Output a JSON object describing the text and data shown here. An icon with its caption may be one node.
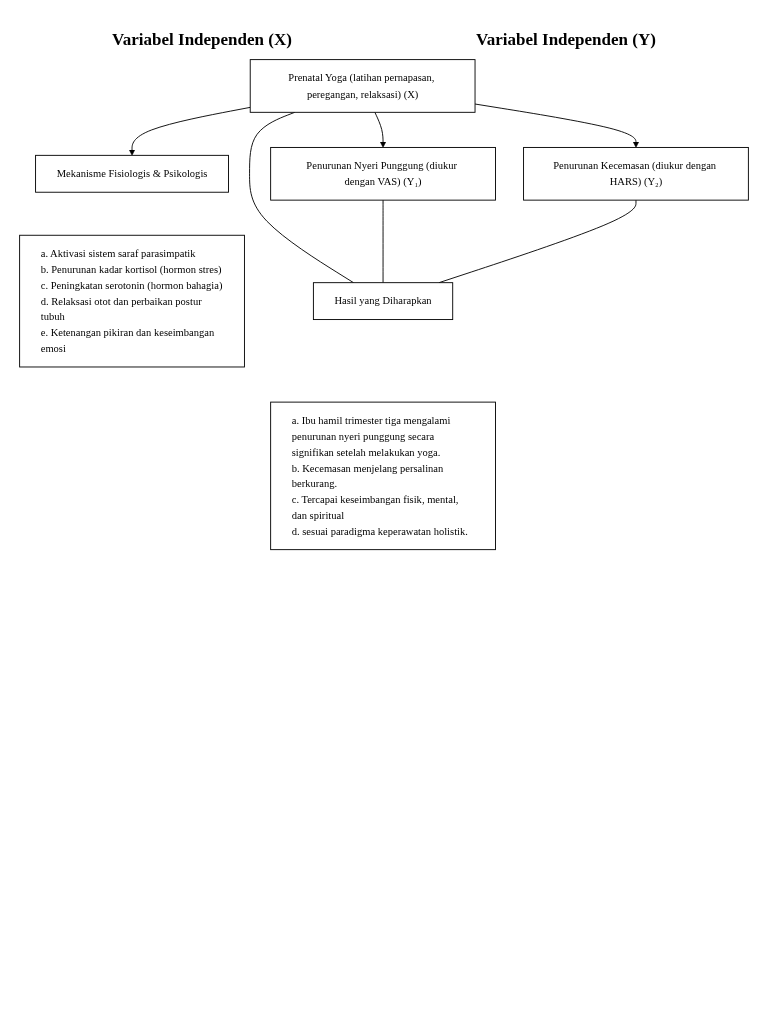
{
  "diagram": {
    "nodes": [
      {
        "text": [
          "Prenatal Yoga (latihan pernapasan, peregangan, relaksasi) (X)"
        ]
      },
      {
        "text": [
          "Penurunan Nyeri Punggung (diukur dengan VAS) (Y₁)"
        ]
      },
      {
        "text": [
          "Penurunan Kecemasan (diukur dengan HARS) (Y₂)"
        ]
      },
      {
        "text": [
          "Mekanisme Fisiologis & Psikologis"
        ]
      },
      {
        "text": [
          "a. Aktivasi sistem saraf parasimpatik",
          "b. Penurunan kadar kortisol (hormon stres)",
          "c. Peningkatan serotonin (hormon bahagia)",
          "d. Relaksasi otot dan perbaikan postur tubuh",
          "e. Ketenangan pikiran dan keseimbangan emosi"
        ]
      },
      {
        "text": [
          "Hasil yang Diharapkan"
        ]
      },
      {
        "text": [
          "a. Ibu hamil trimester tiga mengalami penurunan nyeri punggung secara signifikan setelah melakukan yoga.",
          "b. Kecemasan menjelang persalinan berkurang.",
          "c. Tercapai keseimbangan fisik, mental, dan spiritual",
          "d. sesuai paradigma keperawatan holistik."
        ]
      }
    ],
    "edges": [
      {
        "from": 0,
        "to": 1,
        "arrow": "to"
      },
      {
        "from": 0,
        "to": 2,
        "arrow": "to"
      },
      {
        "from": 0,
        "to": 3,
        "arrow": "to"
      },
      {
        "from": 0,
        "to": 5,
        "arrow": "none"
      },
      {
        "from": 1,
        "to": 5,
        "arrow": "none"
      },
      {
        "from": 2,
        "to": 5,
        "arrow": "none"
      }
    ],
    "labels": [
      "Variabel Independen (X)",
      "Variabel Independen (Y)"
    ]
  }
}
